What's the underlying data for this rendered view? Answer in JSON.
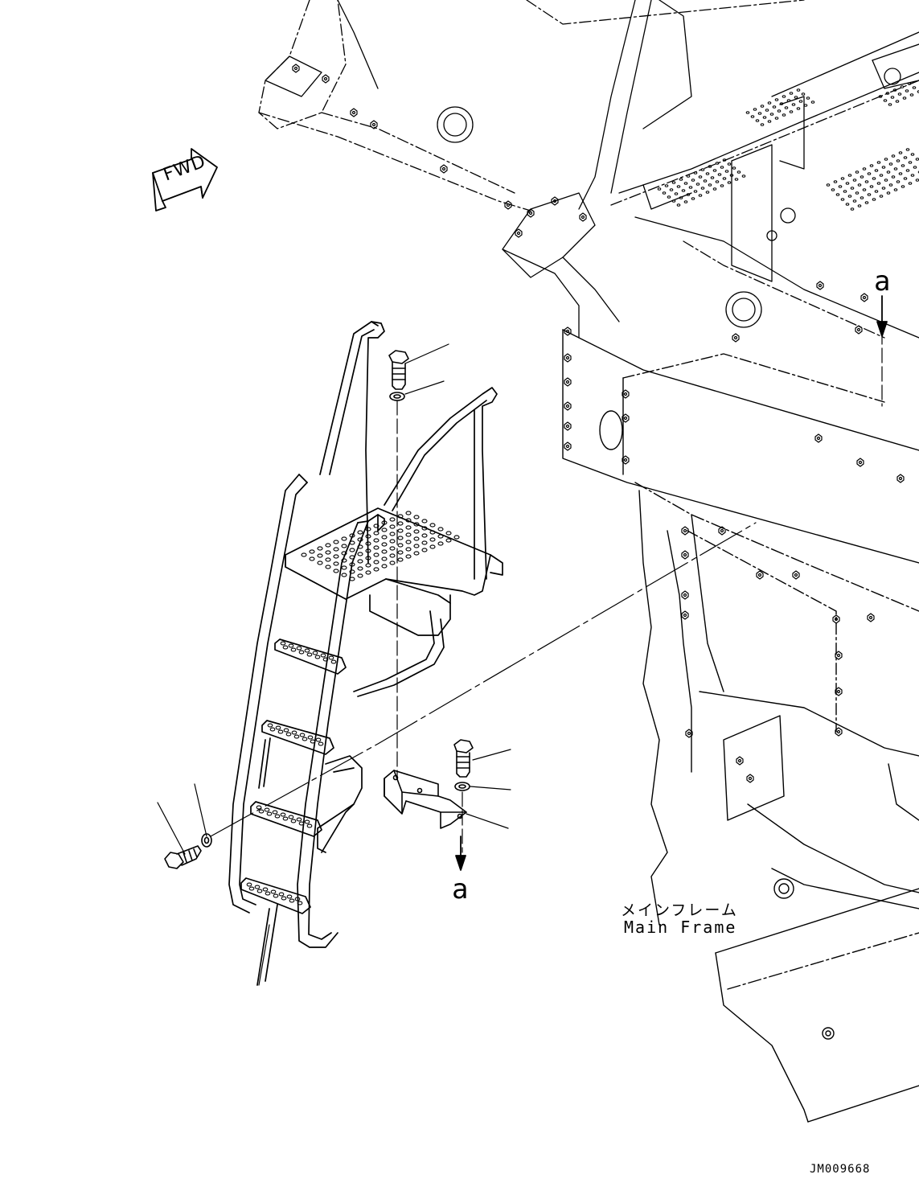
{
  "fwd_label": "FWD",
  "view_marker_top": "a",
  "view_marker_bottom": "a",
  "main_frame_jp": "メインフレーム",
  "main_frame_en": "Main Frame",
  "drawing_id": "JM009668",
  "colors": {
    "line": "#000000",
    "background": "#ffffff"
  }
}
